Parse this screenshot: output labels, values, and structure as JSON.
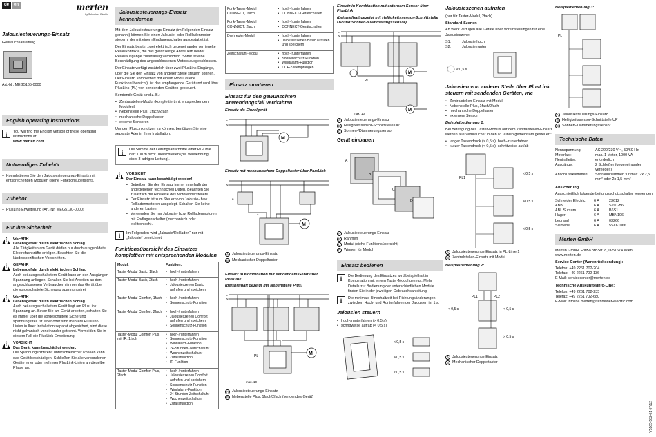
{
  "header": {
    "lang_de": "de",
    "lang_en": "en",
    "logo": "merten",
    "logo_sub": "by Schneider Electric"
  },
  "c1": {
    "title": "Jalousiesteuerungs-Einsatz",
    "subtitle": "Gebrauchsanleitung",
    "art": "Art.-Nr. MEG5165-0000",
    "sec_english": "English operating instructions",
    "english_note": "You will find the English version of these operating instructions at:",
    "english_url": "www.merten.com",
    "sec_zubehoer": "Notwendiges Zubehör",
    "zubehoer_item": "Komplettieren Sie den Jalousiesteuerungs-Einsatz mit entsprechenden Modulen (siehe Funktionsübersicht).",
    "sec_zubehoer2": "Zubehör",
    "zubehoer2_item": "PlusLink-Erweiterung (Art.-Nr. MEG5130-0000)",
    "sec_safety": "Für Ihre Sicherheit",
    "w1_head": "GEFAHR",
    "w1_title": "Lebensgefahr durch elektrischen Schlag.",
    "w1_text": "Alle Tätigkeiten am Gerät dürfen nur durch ausgebildete Elektrofachkräfte erfolgen. Beachten Sie die länderspezifischen Vorschriften.",
    "w2_head": "GEFAHR",
    "w2_title": "Lebensgefahr durch elektrischen Schlag.",
    "w2_text": "Auch bei ausgeschaltetem Gerät kann an den Ausgängen Spannung anliegen. Schalten Sie bei Arbeiten an den angeschlossenen Verbrauchern immer das Gerät über die vorgeschaltete Sicherung spannungsfrei.",
    "w3_head": "GEFAHR",
    "w3_title": "Lebensgefahr durch elektrischen Schlag.",
    "w3_text": "Auch bei ausgeschaltetem Gerät liegt am PlusLink Spannung an. Bevor Sie am Gerät arbeiten, schalten Sie es immer über die vorgeschaltete Sicherung spannungsfrei. Ist einer oder sind mehrere PlusLink-Linien in Ihrer Installation separat abgesichert, sind diese nicht galvanisch voneinander getrennt. Vermeiden Sie in diesem Fall die PlusLink-Erweiterung.",
    "w4_head": "VORSICHT",
    "w4_title": "Das Gerät kann beschädigt werden.",
    "w4_text": "Die Spannungsdifferenz unterschiedlicher Phasen kann das Gerät beschädigen. Schließen Sie alle verbundenen Geräte einer oder mehrerer PlusLink-Linien an dieselbe Phase an."
  },
  "c2": {
    "sec": "Jalousiesteuerungs-Einsatz kennenlernen",
    "p1": "Mit dem Jalousiesteuerungs-Einsatz (im Folgenden Einsatz genannt) können Sie einen Jalousie- oder Rollladenmotor steuern, der mit einem Endlagenschalter ausgestattet ist.",
    "p2": "Der Einsatz besitzt zwei elektrisch gegeneinander verriegelte Relaiskontakte, die das gleichzeitige Ansteuern beider Relaisausgänge zuverlässig verhindern. Somit ist eine Beschädigung des angeschlossenen Motors ausgeschlossen.",
    "p3": "Der Einsatz verfügt zusätzlich über zwei PlusLink-Eingänge, über die Sie den Einsatz von anderer Stelle steuern können. Der Einsatz, komplettiert mit einem Modul (siehe Funktionsübersicht), ist das empfangende Gerät und wird über PlusLink (PL) von sendenden Geräten gesteuert.",
    "p4": "Sendende Gerät sind z. B.:",
    "items": [
      "Zentralstellen-Modul (komplettiert mit entsprechenden Modulen)",
      "Nebenstelle Plus, 1fach/2fach",
      "mechanische Doppeltaster",
      "externe Sensoren"
    ],
    "p5": "Um den PlusLink nutzen zu können, benötigen Sie eine separate Ader in Ihrer Installation.",
    "note": "Die Summe der Leitungsabschnitte einer PL-Linie darf 100 m nicht überschreiten (bei Verwendung einer 3-adrigen Leitung).",
    "v_head": "VORSICHT",
    "v_title": "Der Einsatz kann beschädigt werden!",
    "v_items": [
      "Betreiben Sie den Einsatz immer innerhalb der angegebenen technischen Daten. Beachten Sie zusätzlich die Hinweise des Motorenherstellers.",
      "Der Einsatz ist zum Steuern von Jalousie- bzw. Rollladenmotoren ausgelegt. Schalten Sie keine anderen Lasten!",
      "Verwenden Sie nur Jalousie- bzw. Rollladenmotoren mit Endlagenschalter (mechanisch oder elektronisch)."
    ],
    "note2": "Im Folgenden wird „Jalousie/Rollladen“ nur mit „Jalousie“ bezeichnet.",
    "sec2": "Funktionsübersicht des Einsatzes komplettiert mit entsprechenden Modulen",
    "th1": "Modul:",
    "th2": "Funktion:",
    "rows": [
      {
        "m": "Taster-Modul Basic, 1fach",
        "f": [
          "hoch-/runterfahren"
        ]
      },
      {
        "m": "Taster-Modul Basic, 2fach",
        "f": [
          "hoch-/runterfahren",
          "Jalousieszenen Basic aufrufen und speichern"
        ]
      },
      {
        "m": "Taster-Modul Comfort, 1fach",
        "f": [
          "hoch-/runterfahren",
          "Sonnenschutz-Funktion"
        ]
      },
      {
        "m": "Taster-Modul Comfort, 2fach",
        "f": [
          "hoch-/runterfahren",
          "Jalousieszenen Comfort aufrufen und speichern",
          "Sonnenschutz-Funktion"
        ]
      },
      {
        "m": "Taster-Modul Comfort Plus mit IR, 1fach",
        "f": [
          "hoch-/runterfahren",
          "Sonnenschutz-Funktion",
          "Windalarm-Funktion",
          "24-Stunden-Zeitschaltuhr",
          "Wochenzeitschaltuhr",
          "Zufallsfunktion",
          "IR-Funktion"
        ]
      },
      {
        "m": "Taster-Modul Comfort Plus, 2fach",
        "f": [
          "hoch-/runterfahren",
          "Jalousieszenen Comfort aufrufen und speichern",
          "Sonnenschutz-Funktion",
          "Windalarm-Funktion",
          "24-Stunden-Zeitschaltuhr",
          "Wochenzeitschaltuhr",
          "Zufallsfunktion"
        ]
      }
    ]
  },
  "c3": {
    "rows": [
      {
        "m": "Funk-Taster-Modul CONNECT, 1fach",
        "f": [
          "hoch-/runterfahren",
          "CONNECT-Gerätschalten"
        ]
      },
      {
        "m": "Funk-Taster-Modul CONNECT, 2fach",
        "f": [
          "hoch-/runterfahren",
          "CONNECT-Gerätschalten"
        ]
      },
      {
        "m": "Drehregler-Modul",
        "f": [
          "hoch-/runterfahren",
          "Jalousieszenen Basic aufrufen und speichern"
        ]
      },
      {
        "m": "Zeitschaltuhr-Modul",
        "f": [
          "hoch-/runterfahren",
          "Sonnenschutz-Funktion",
          "Windalarm-Funktion",
          "DCF-Zeitempfangen"
        ]
      }
    ],
    "sec": "Einsatz montieren",
    "h": "Einsatz für den gewünschten Anwendungsfall verdrahten",
    "fig1": "Einsatz als Einzelgerät",
    "fig2": "Einsatz mit mechanischem Doppeltaster über PlusLink",
    "leg2": [
      [
        "A",
        "Jalousiesteuerungs-Einsatz"
      ],
      [
        "B",
        "Mechanischer Doppeltaster"
      ]
    ],
    "fig3": "Einsatz in Kombination mit sendendem Gerät über PlusLink",
    "fig3b": "(beispielhaft gezeigt mit Nebenstelle Plus)",
    "leg3": [
      [
        "A",
        "Jalousiesteuerungs-Einsatz"
      ],
      [
        "B",
        "Nebenstelle Plus, 1fach/2fach (sendendes Gerät)"
      ]
    ],
    "max": "max. 10"
  },
  "c4": {
    "fig1": "Einsatz in Kombination mit externem Sensor über PlusLink",
    "fig1b": "(beispielhaft gezeigt mit Helligkeitssensor-Schnittstelle UP und Sonnen-/Dämmerungssensor)",
    "leg1": [
      [
        "A",
        "Jalousiesteuerungs-Einsatz"
      ],
      [
        "B",
        "Helligkeitssensor-Schnittstelle UP"
      ],
      [
        "C",
        "Sonnen-/Dämmerungssensor"
      ]
    ],
    "h2": "Gerät einbauen",
    "leg2": [
      [
        "A",
        "Jalousiesteuerungs-Einsatz"
      ],
      [
        "B",
        "Rahmen"
      ],
      [
        "C",
        "Modul (siehe Funktionsübersicht)"
      ],
      [
        "D",
        "Wippen für Modul"
      ]
    ],
    "sec": "Einsatz bedienen",
    "note1": "Die Bedienung des Einsatzes wird beispielhaft in Kombination mit einem Taster-Modul gezeigt. Mehr Details zur Bedienung der unterschiedlichen Module finden Sie in der jeweiligen Gebrauchsanleitung.",
    "note2": "Die minimale Umschaltzeit bei Richtungsänderungen zwischen Hoch- und Runterfahren der Jalousien ist 1 s.",
    "h3": "Jalousien steuern",
    "items": [
      "hoch-/runterfahren (> 0,5 s)",
      "schrittweise auf/ab (< 0,5 s)"
    ]
  },
  "c5": {
    "h1": "Jalousieszenen aufrufen",
    "sub": "(nur für Taster-Modul, 2fach)",
    "std": "Standard-Szenen",
    "p1": "Ab Werk verfügen alle Geräte über Voreinstellungen für eine Jalousieszene:",
    "s1k": "S1:",
    "s1v": "Jalousie hoch",
    "s2k": "S2:",
    "s2v": "Jalousie runter",
    "h2": "Jalousien von anderer Stelle über PlusLink steuern mit sendenden Geräten, wie",
    "items": [
      "Zentralstellen-Einsatz mit Modul",
      "Nebenstelle Plus, 1fach/2fach",
      "mechanische Doppeltaster",
      "externem Sensor"
    ],
    "b1": "Beispielbedienung 1:",
    "b1p": "Bei Betätigung des Taster-Moduls auf dem Zentralstellen-Einsatz werden alle Verbraucher in den PL-Linien gemeinsam gesteuert:",
    "b1items": [
      "langer Tastendruck (> 0,5 s): hoch-/runterfahren",
      "kurzer Tastendruck (< 0,5 s): schrittweise auf/ab"
    ],
    "leg1": [
      [
        "A",
        "Jalousiesteuerungs-Einsatz in PL-Linie 1"
      ],
      [
        "B",
        "Zentralstellen-Einsatz mit Modul"
      ]
    ],
    "b2": "Beispielbedienung 2:",
    "leg2": [
      [
        "A",
        "Jalousiesteuerungs-Einsatz"
      ],
      [
        "B",
        "Mechanischer Doppeltaster"
      ]
    ],
    "t05": "< 0,5 s",
    "t05b": "> 0,5 s",
    "pl1": "PL1",
    "pl2": "PL2"
  },
  "c6": {
    "b3": "Beispielbedienung 3:",
    "pl": "PL",
    "leg": [
      [
        "A",
        "Jalousiesteuerungs-Einsatz"
      ],
      [
        "B",
        "Helligkeitssensor-Schnittstelle UP"
      ],
      [
        "C",
        "Sonnen-/Dämmerungssensor"
      ]
    ],
    "sec_tech": "Technische Daten",
    "spec": [
      {
        "k": "Nennspannung:",
        "v": "AC 220/230 V ~, 50/60 Hz"
      },
      {
        "k": "Motorlast:",
        "v": "max. 1 Motor, 1000 VA"
      },
      {
        "k": "Neutralleiter:",
        "v": "erforderlich"
      },
      {
        "k": "Ausgänge:",
        "v": "2 Schließer (gegeneinander verriegelt)"
      },
      {
        "k": "Anschlussklemmen:",
        "v": "Schraubklemmen für max. 2x 2,5 mm² oder 2x 1,5 mm²"
      }
    ],
    "abs": "Absicherung",
    "abs_p": "Ausschließlich folgende Leitungsschutzschalter verwenden:",
    "fuses": [
      [
        "Schneider Electric",
        "6 A",
        "23612"
      ],
      [
        "ABB",
        "6 A",
        "S201-B6"
      ],
      [
        "ABL Sursum",
        "6 A",
        "B6S1"
      ],
      [
        "Hager",
        "6 A",
        "MBN106"
      ],
      [
        "Legrand",
        "6 A",
        "03266"
      ],
      [
        "Siemens",
        "6 A",
        "5SL61066"
      ]
    ],
    "sec_merten": "Merten GmbH",
    "addr": "Merten GmbH, Fritz-Kotz-Str. 8, D-51674 Wiehl",
    "url": "www.merten.de",
    "svc": "Service Center (Warenrücksendung):",
    "tel1": "Telefon: +49 2261 702-204",
    "fax1": "Telefax: +49 2261 702-136",
    "mail1": "E-Mail: servicecenter@merten.de",
    "tech": "Technische Auskünfte/Info-Line:",
    "tel2": "Telefon: +49 2261 702-235",
    "fax2": "Telefax: +49 2261 702-680",
    "mail2": "E-Mail: infoline.merten@schneider-electric.com",
    "code": "V5165-582-01 07/12"
  },
  "colors": {
    "tab_de": "#1a1a1a",
    "tab_en": "#9a9a9a",
    "bar": "#d9d9d9"
  }
}
